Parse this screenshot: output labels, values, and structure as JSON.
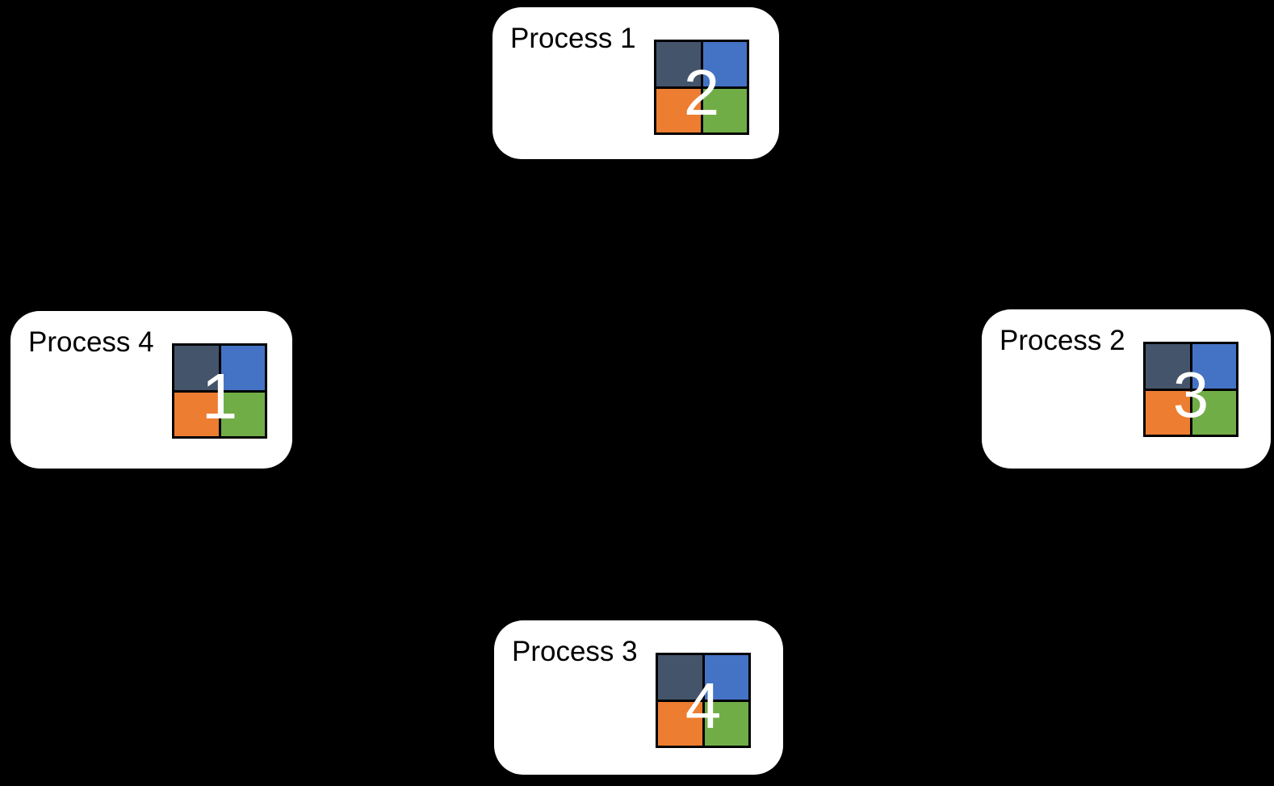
{
  "canvas": {
    "background_color": "#000000",
    "card_background_color": "#ffffff",
    "label_color": "#000000",
    "number_color": "#ffffff"
  },
  "matrix_colors": {
    "top_left": "#44546A",
    "top_right": "#4472C4",
    "bottom_left": "#ED7D31",
    "bottom_right": "#70AD47"
  },
  "nodes": [
    {
      "label": "Process 1",
      "number": "2"
    },
    {
      "label": "Process 2",
      "number": "3"
    },
    {
      "label": "Process 3",
      "number": "4"
    },
    {
      "label": "Process 4",
      "number": "1"
    }
  ]
}
